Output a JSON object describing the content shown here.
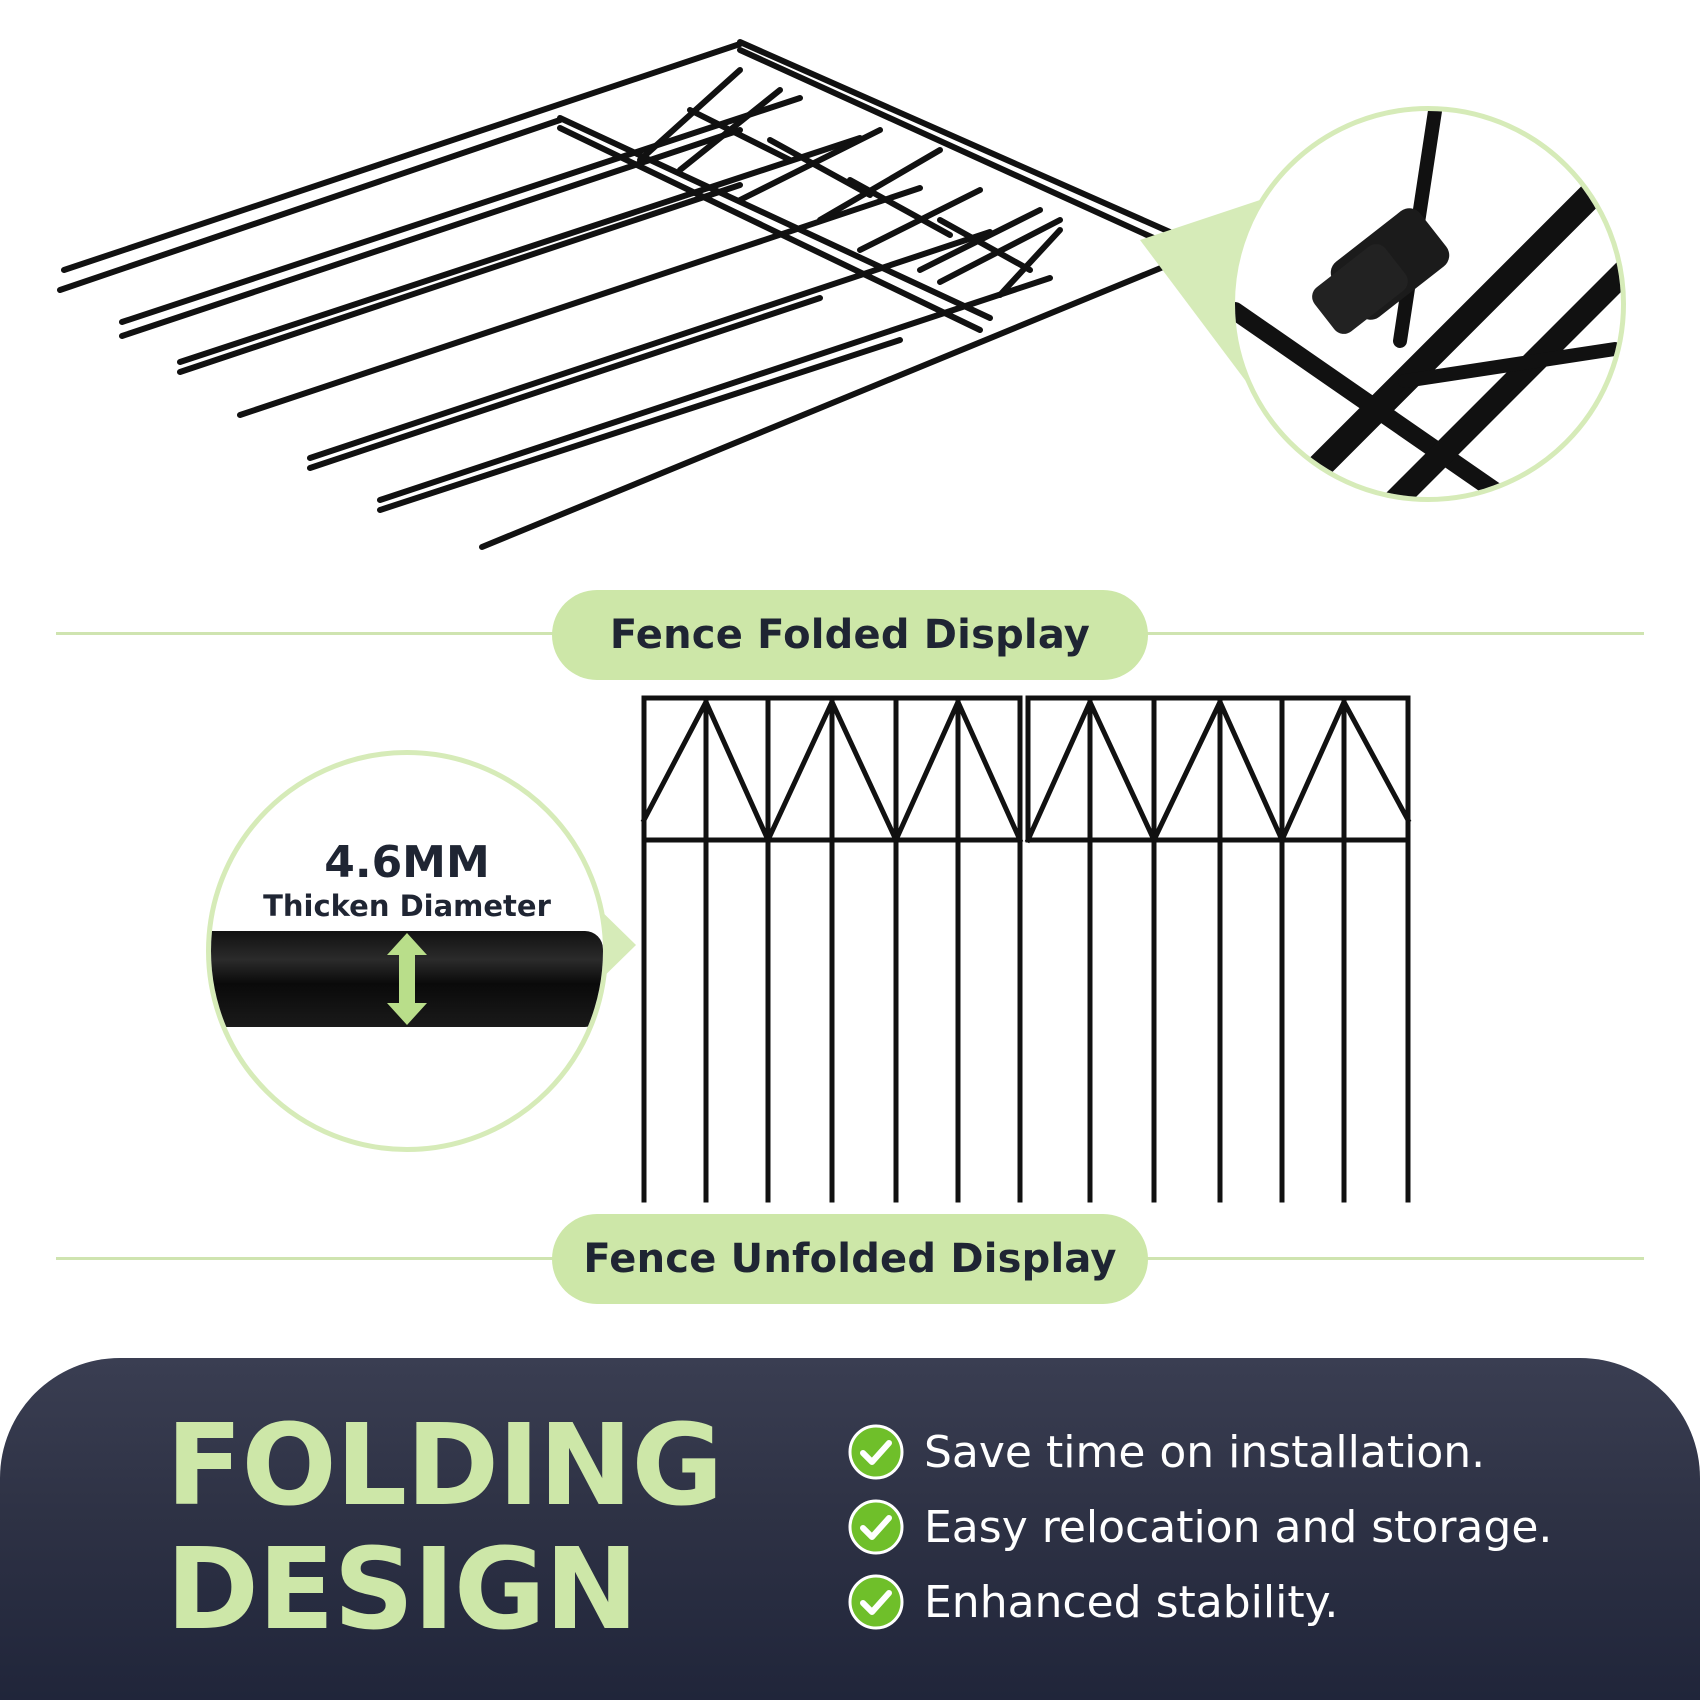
{
  "labels": {
    "folded": "Fence Folded Display",
    "unfolded": "Fence Unfolded Display"
  },
  "diameter": {
    "value": "4.6MM",
    "caption": "Thicken Diameter"
  },
  "banner": {
    "headline_line1": "FOLDING",
    "headline_line2": "DESIGN",
    "features": [
      "Save time on installation.",
      "Easy relocation and storage.",
      "Enhanced stability."
    ]
  },
  "colors": {
    "accent_green": "#cde7a8",
    "check_green": "#6fbf2a",
    "banner_dark": "#2e3245",
    "wire": "#111111"
  },
  "icons": [
    "check-circle-icon",
    "double-arrow-icon"
  ]
}
